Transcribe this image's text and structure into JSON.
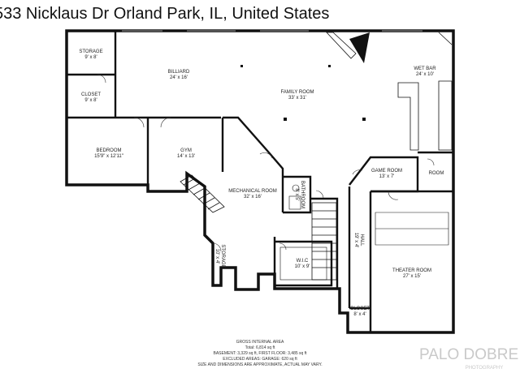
{
  "header": {
    "title": "533 Nicklaus Dr Orland Park, IL, United States"
  },
  "rooms": {
    "storage_top": {
      "name": "STORAGE",
      "dims": "9' x 8'"
    },
    "closet_top": {
      "name": "CLOSET",
      "dims": "9' x 8'"
    },
    "billiard": {
      "name": "BILLIARD",
      "dims": "24' x 16'"
    },
    "family_room": {
      "name": "FAMILY ROOM",
      "dims": "33' x 31'"
    },
    "wet_bar": {
      "name": "WET BAR",
      "dims": "24' x 10'"
    },
    "bedroom": {
      "name": "BEDROOM",
      "dims": "15'9\" x 12'11\""
    },
    "gym": {
      "name": "GYM",
      "dims": "14' x 13'"
    },
    "mechanical_room": {
      "name": "MECHANICAL ROOM",
      "dims": "32' x 16'"
    },
    "bathroom": {
      "name": "BATHROOM",
      "dims": "8' x 5'"
    },
    "game_room": {
      "name": "GAME ROOM",
      "dims": "13' x 7'"
    },
    "room": {
      "name": "ROOM"
    },
    "hall": {
      "name": "HALL",
      "dims": "19' x 4'"
    },
    "storage_small": {
      "name": "STORAGE",
      "dims": "10' x 4'"
    },
    "wic": {
      "name": "W.I.C",
      "dims": "10' x 9'"
    },
    "theater_room": {
      "name": "THEATER ROOM",
      "dims": "27' x 15'"
    },
    "closet_small": {
      "name": "CLOSET",
      "dims": "8' x 4'"
    }
  },
  "footer": {
    "area_title": "GROSS INTERNAL AREA",
    "total": "Total: 6,814 sq ft",
    "floors": "BASEMENT: 3,329 sq ft, FIRST FLOOR: 3,485 sq ft",
    "excluded": "EXCLUDED AREAS: GARAGE: 620 sq ft",
    "disclaimer": "SIZE AND DIMENSIONS ARE APPROXIMATE, ACTUAL MAY VARY."
  },
  "watermark": {
    "brand": "PALO DOBRE",
    "sub": "PHOTOGRAPHY"
  },
  "colors": {
    "wall": "#111111",
    "background": "#ffffff",
    "watermark": "#c9c9c9"
  }
}
